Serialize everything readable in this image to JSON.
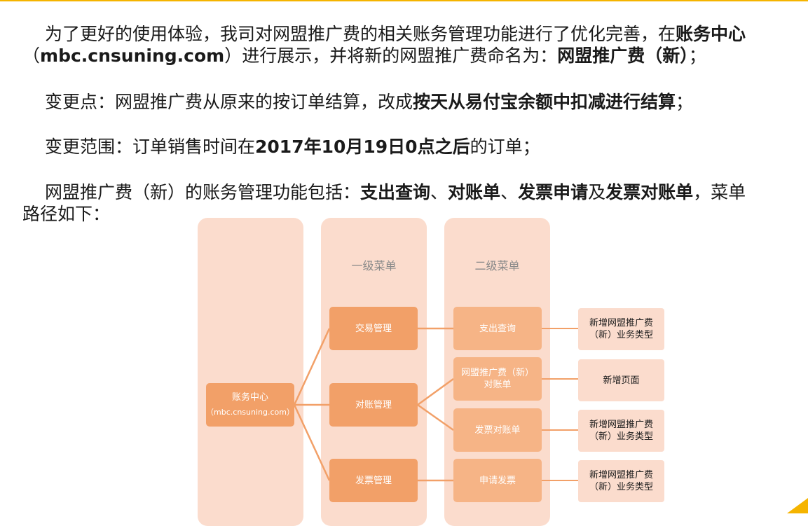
{
  "paragraphs": {
    "p1": {
      "s1": "为了更好的使用体验，我司对网盟推广费的相关账务管理功能进行了优化完善，在",
      "b1": "账务中心",
      "s2": "（",
      "b2": "mbc.cnsuning.com",
      "s3": "）进行展示，并将新的网盟推广费命名为：",
      "b3": "网盟推广费（新）",
      "s4": "；"
    },
    "p2": {
      "s1": "变更点：网盟推广费从原来的按订单结算，改成",
      "b1": "按天从易付宝余额中扣减进行结算",
      "s2": "；"
    },
    "p3": {
      "s1": "变更范围：订单销售时间在",
      "b1": "2017年10月19日0点之后",
      "s2": "的订单；"
    },
    "p4": {
      "s1": "网盟推广费（新）的账务管理功能包括：",
      "b1": "支出查询",
      "s2": "、",
      "b2": "对账单",
      "s3": "、",
      "b3": "发票申请",
      "s4": "及",
      "b4": "发票对账单",
      "s5": "，菜单",
      "s6": "路径如下："
    }
  },
  "diagram": {
    "col_headers": [
      "一级菜单",
      "二级菜单"
    ],
    "root": {
      "label": "账务中心",
      "sub": "（mbc.cnsuning.com）"
    },
    "level1": [
      "交易管理",
      "对账管理",
      "发票管理"
    ],
    "level2": [
      {
        "line1": "支出查询",
        "line2": ""
      },
      {
        "line1": "网盟推广费（新）",
        "line2": "对账单"
      },
      {
        "line1": "发票对账单",
        "line2": ""
      },
      {
        "line1": "申请发票",
        "line2": ""
      }
    ],
    "notes": [
      {
        "line1": "新增网盟推广费",
        "line2": "（新）业务类型"
      },
      {
        "line1": "新增页面",
        "line2": ""
      },
      {
        "line1": "新增网盟推广费",
        "line2": "（新）业务类型"
      },
      {
        "line1": "新增网盟推广费",
        "line2": "（新）业务类型"
      }
    ],
    "colors": {
      "accent": "#f5b400",
      "node": "#f2a068",
      "node_light": "#f6b486",
      "panel": "#fbdccd",
      "line": "#f2a068"
    }
  }
}
